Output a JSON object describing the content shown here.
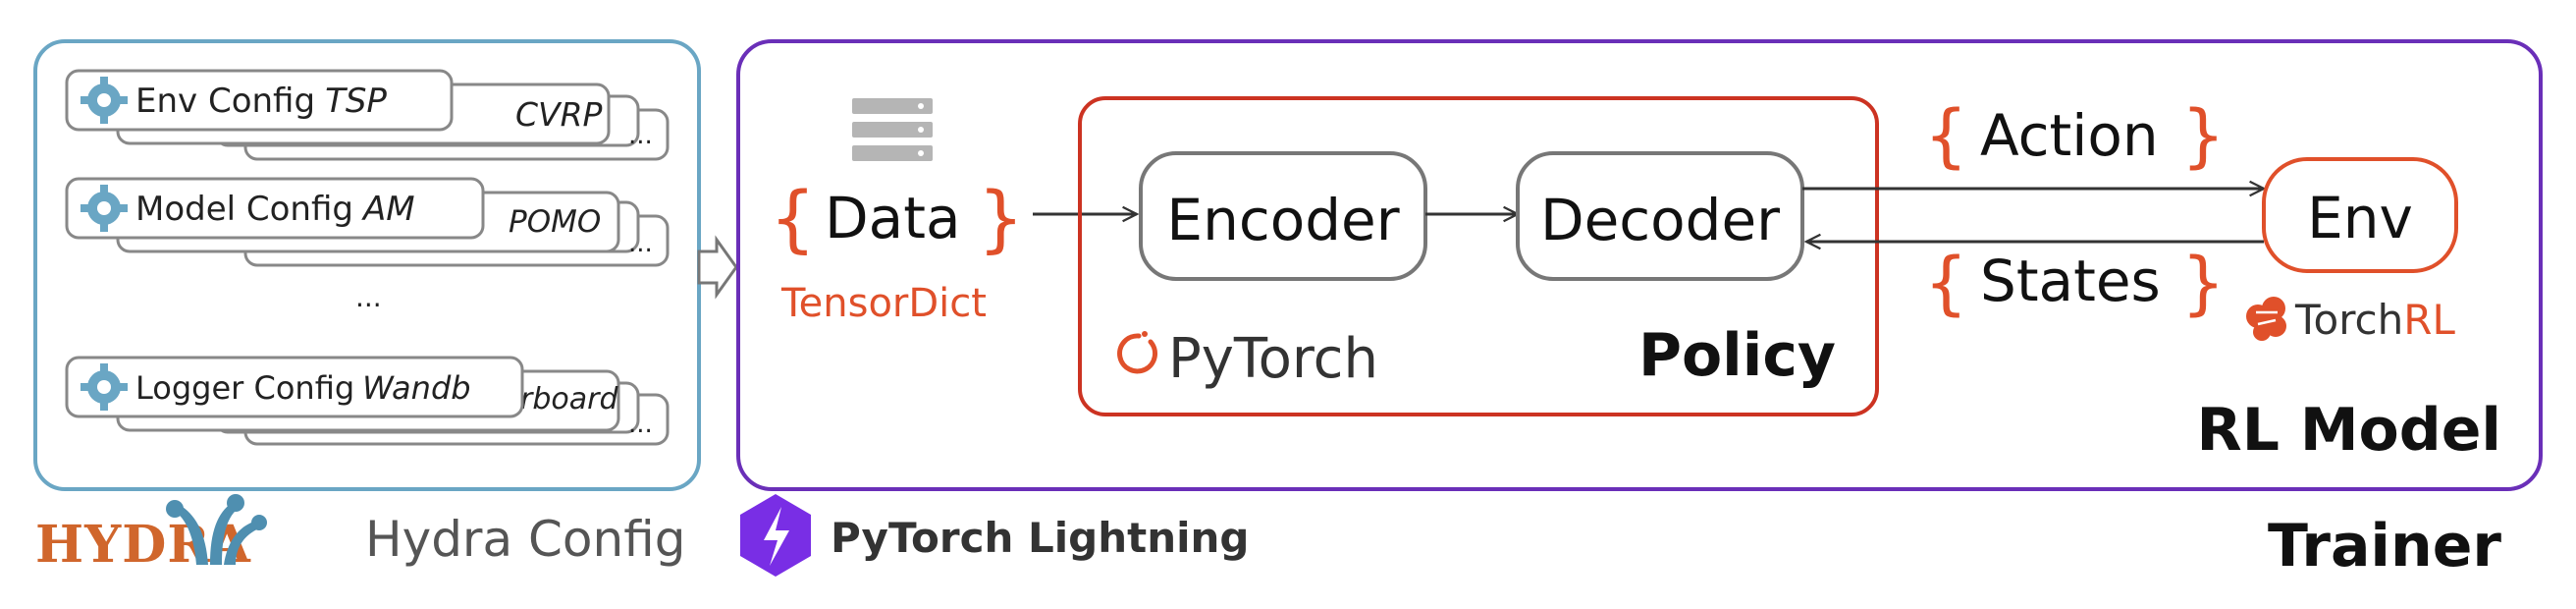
{
  "hydra_panel": {
    "cards": [
      {
        "label": "Env Config",
        "value": "TSP",
        "back_value": "CVRP",
        "back_more": "..."
      },
      {
        "label": "Model Config",
        "value": "AM",
        "back_value": "POMO",
        "back_more": "..."
      },
      {
        "label": "Logger Config",
        "value": "Wandb",
        "back_value": "rboard",
        "back_more": "..."
      }
    ],
    "ellipsis": "...",
    "logo_text": "HYDRA",
    "caption": "Hydra Config"
  },
  "lightning": {
    "label": "PyTorch Lightning",
    "icon": "lightning-bolt-icon",
    "color": "#792ee5"
  },
  "trainer_panel": {
    "title": "Trainer",
    "color": "#6a2fb8"
  },
  "rl_model": {
    "title": "RL Model"
  },
  "data": {
    "brace_open": "{",
    "label": "Data",
    "brace_close": "}",
    "sublabel": "TensorDict",
    "icon": "database-stack-icon"
  },
  "policy": {
    "title": "Policy",
    "encoder": "Encoder",
    "decoder": "Decoder",
    "pytorch_logo": "PyTorch",
    "color": "#cc3322"
  },
  "env": {
    "label": "Env",
    "action": "Action",
    "states": "States",
    "brace_open": "{",
    "brace_close": "}",
    "torchrl_prefix": "Torch",
    "torchrl_suffix": "RL",
    "color": "#e0502a"
  }
}
